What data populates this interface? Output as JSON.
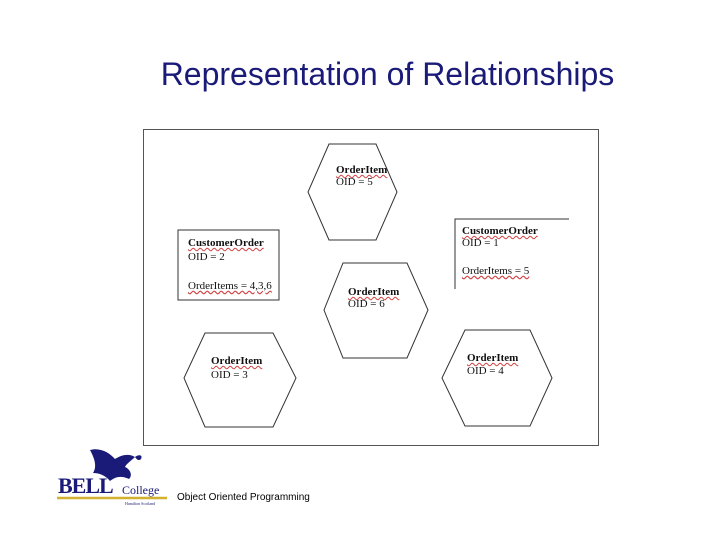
{
  "slide": {
    "title": "Representation of Relationships",
    "footer": "Object Oriented Programming"
  },
  "logo": {
    "name": "BELL",
    "college": "College",
    "tagline": "Hamilton Scotland"
  },
  "diagram": {
    "hex_top": {
      "class": "OrderItem",
      "oid": "OID = 5"
    },
    "hex_center": {
      "class": "OrderItem",
      "oid": "OID = 6"
    },
    "hex_bottom_left": {
      "class": "OrderItem",
      "oid": "OID = 3"
    },
    "hex_bottom_right": {
      "class": "OrderItem",
      "oid": "OID = 4"
    },
    "box_left": {
      "class": "CustomerOrder",
      "oid": "OID = 2",
      "items": "OrderItems = 4,3,6"
    },
    "box_right": {
      "class": "CustomerOrder",
      "oid": "OID = 1",
      "items": "OrderItems = 5"
    }
  },
  "colors": {
    "title": "#1a1a78",
    "logo_blue": "#1a1a78",
    "logo_gold": "#d4b030"
  }
}
